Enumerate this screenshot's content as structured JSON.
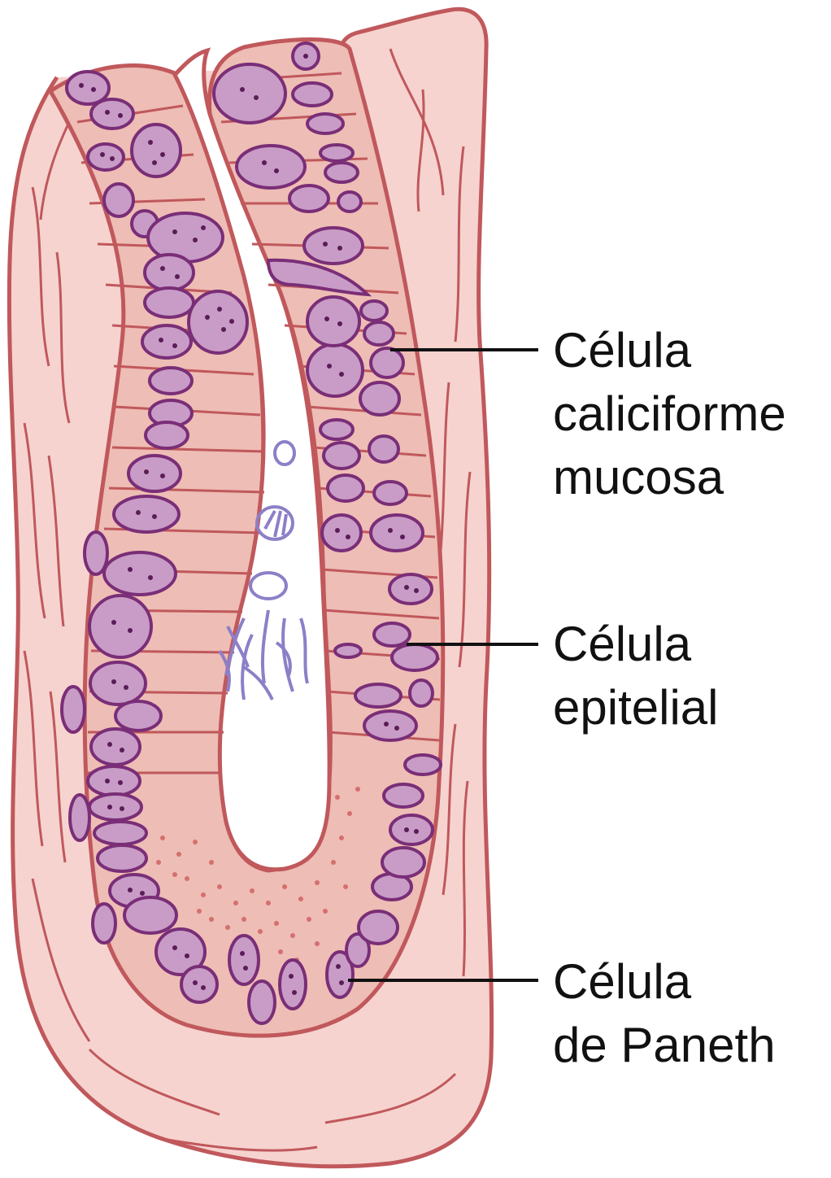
{
  "labels": {
    "goblet": {
      "line1": "Célula",
      "line2": "caliciforme",
      "line3": "mucosa"
    },
    "epithelial": {
      "line1": "Célula",
      "line2": "epitelial"
    },
    "paneth": {
      "line1": "Célula",
      "line2": "de Paneth"
    }
  },
  "colors": {
    "outer_tissue": "#f6d3cf",
    "epithelium": "#eebdb5",
    "outline": "#c0585c",
    "nucleus_fill": "#c89cc6",
    "nucleus_stroke": "#7a2e77",
    "lumen_content": "#8d7fc7",
    "leader_line": "#111111"
  }
}
